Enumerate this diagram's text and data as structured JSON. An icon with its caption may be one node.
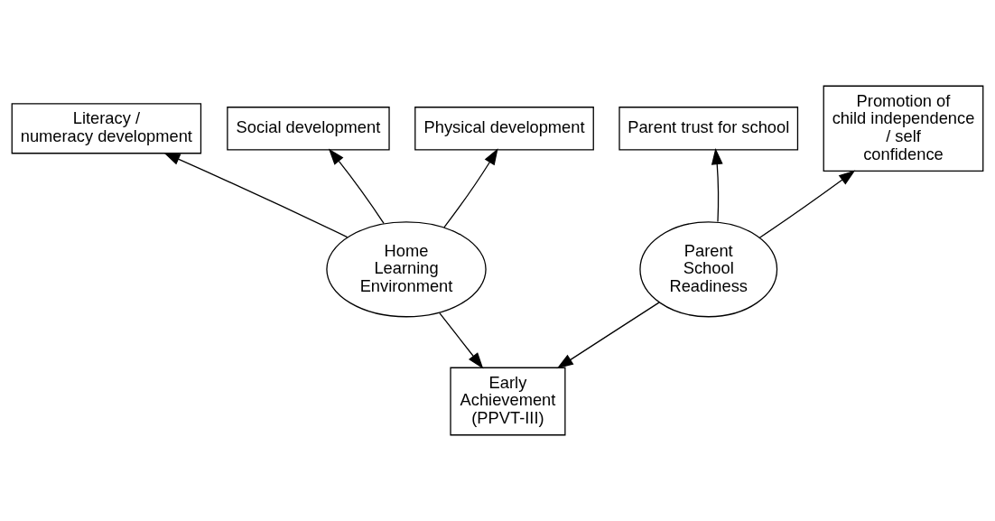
{
  "diagram": {
    "nodes": [
      {
        "text": [
          "Literacy / numeracy development"
        ]
      },
      {
        "text": [
          "Social development"
        ]
      },
      {
        "text": [
          "Physical development"
        ]
      },
      {
        "text": [
          "Parent trust for school"
        ]
      },
      {
        "text": [
          "Promotion of child independence / self confidence"
        ]
      },
      {
        "text": [
          "Home Learning Environment"
        ]
      },
      {
        "text": [
          "Parent School Readiness"
        ]
      },
      {
        "text": [
          "Early Achievement (PPVT-III)"
        ]
      }
    ],
    "edges": [
      {
        "from": 5,
        "to": 0,
        "arrow": "to"
      },
      {
        "from": 5,
        "to": 1,
        "arrow": "to"
      },
      {
        "from": 5,
        "to": 2,
        "arrow": "to"
      },
      {
        "from": 6,
        "to": 3,
        "arrow": "to"
      },
      {
        "from": 6,
        "to": 4,
        "arrow": "to"
      },
      {
        "from": 5,
        "to": 7,
        "arrow": "to"
      },
      {
        "from": 6,
        "to": 7,
        "arrow": "to"
      }
    ]
  }
}
